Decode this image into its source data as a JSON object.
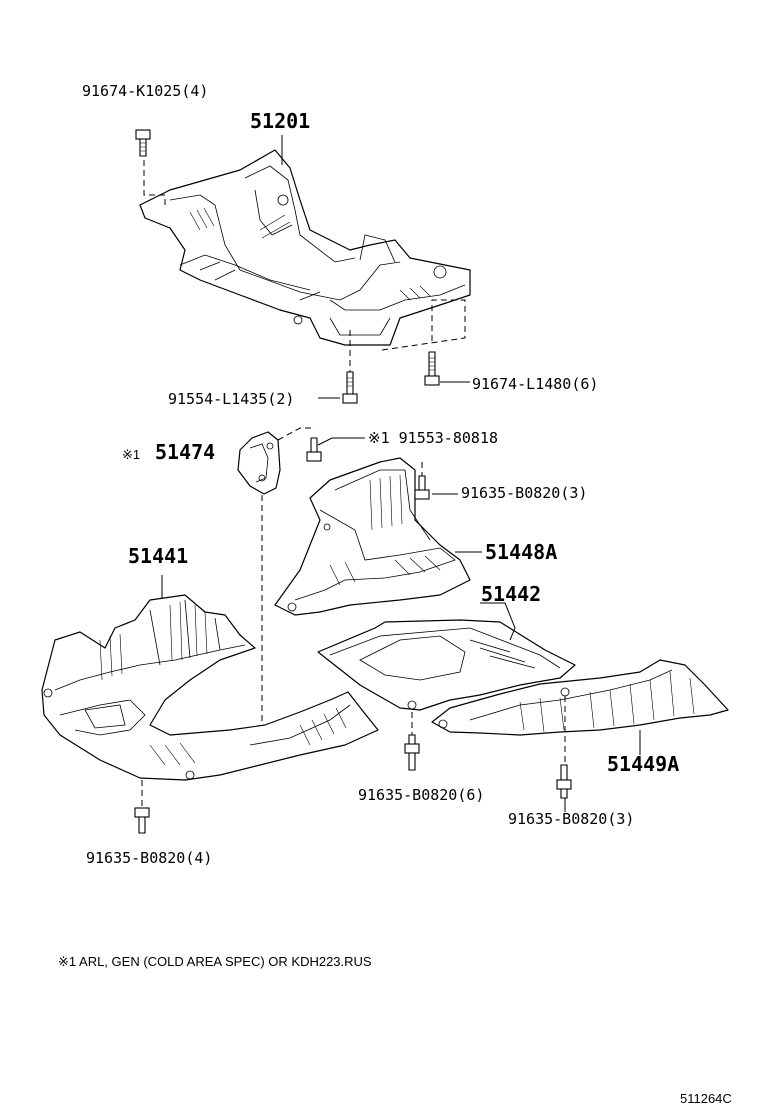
{
  "diagram": {
    "labels": {
      "bolt_frame_top": "91674-K1025(4)",
      "frame": "51201",
      "bolt_frame_left": "91554-L1435(2)",
      "bolt_frame_right": "91674-L1480(6)",
      "bracket_mark": "※1",
      "bracket": "51474",
      "bolt_bracket": "※1 91553-80818",
      "bolt_cover_a": "91635-B0820(3)",
      "cover_a": "51448A",
      "cover_front": "51441",
      "cover_mid": "51442",
      "cover_rear": "51449A",
      "bolt_cover_mid": "91635-B0820(6)",
      "bolt_cover_rear": "91635-B0820(3)",
      "bolt_cover_front": "91635-B0820(4)"
    },
    "footnote": "※1 ARL, GEN (COLD AREA SPEC) OR KDH223.RUS",
    "figure_code": "511264C"
  }
}
